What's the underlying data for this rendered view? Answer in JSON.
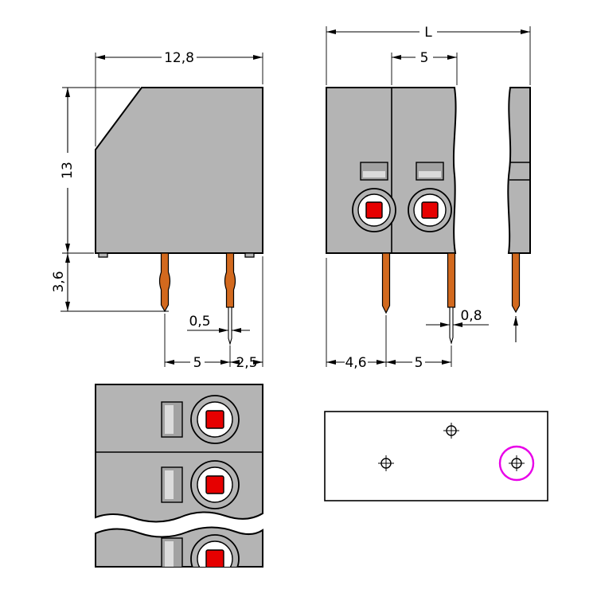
{
  "colors": {
    "paper": "#ffffff",
    "line": "#000000",
    "body": "#b4b4b4",
    "slot": "#a2a2a2",
    "slot_light": "#dcdcdc",
    "button": "#e60000",
    "pin": "#d2691e",
    "highlight": "#e800e8"
  },
  "dimensions": {
    "side_view": {
      "width": "12,8",
      "height": "13",
      "pin_length": "3,6",
      "pin_width": "0,5",
      "pin_pitch": "5",
      "pin_edge_offset": "2,5"
    },
    "front_view": {
      "overall_length": "L",
      "pole_pitch": "5",
      "pin_width": "0,8",
      "edge_to_first_pin": "4,6",
      "pin_pitch": "5"
    }
  },
  "symbols": {
    "drill_hole": "crosshair-circle",
    "highlighted_hole": "magenta-circle",
    "pin_length_pointer": "up-arrow"
  }
}
